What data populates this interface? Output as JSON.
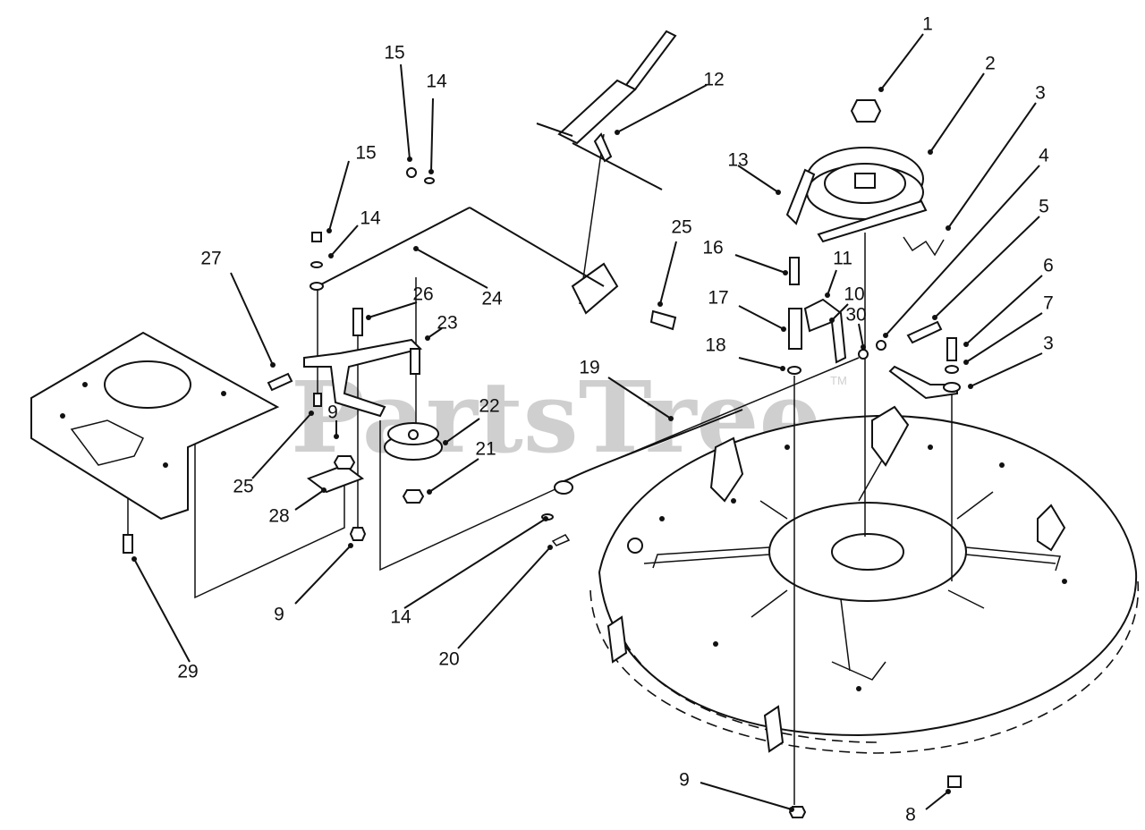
{
  "watermark": {
    "text": "PartsTree",
    "tm": "TM"
  },
  "callouts": [
    {
      "label": "1"
    },
    {
      "label": "2"
    },
    {
      "label": "3"
    },
    {
      "label": "4"
    },
    {
      "label": "5"
    },
    {
      "label": "6"
    },
    {
      "label": "7"
    },
    {
      "label": "3"
    },
    {
      "label": "8"
    },
    {
      "label": "9"
    },
    {
      "label": "9"
    },
    {
      "label": "9"
    },
    {
      "label": "10"
    },
    {
      "label": "30"
    },
    {
      "label": "11"
    },
    {
      "label": "12"
    },
    {
      "label": "13"
    },
    {
      "label": "14"
    },
    {
      "label": "14"
    },
    {
      "label": "14"
    },
    {
      "label": "15"
    },
    {
      "label": "15"
    },
    {
      "label": "16"
    },
    {
      "label": "17"
    },
    {
      "label": "18"
    },
    {
      "label": "19"
    },
    {
      "label": "20"
    },
    {
      "label": "21"
    },
    {
      "label": "22"
    },
    {
      "label": "23"
    },
    {
      "label": "24"
    },
    {
      "label": "25"
    },
    {
      "label": "25"
    },
    {
      "label": "26"
    },
    {
      "label": "27"
    },
    {
      "label": "28"
    },
    {
      "label": "29"
    }
  ]
}
